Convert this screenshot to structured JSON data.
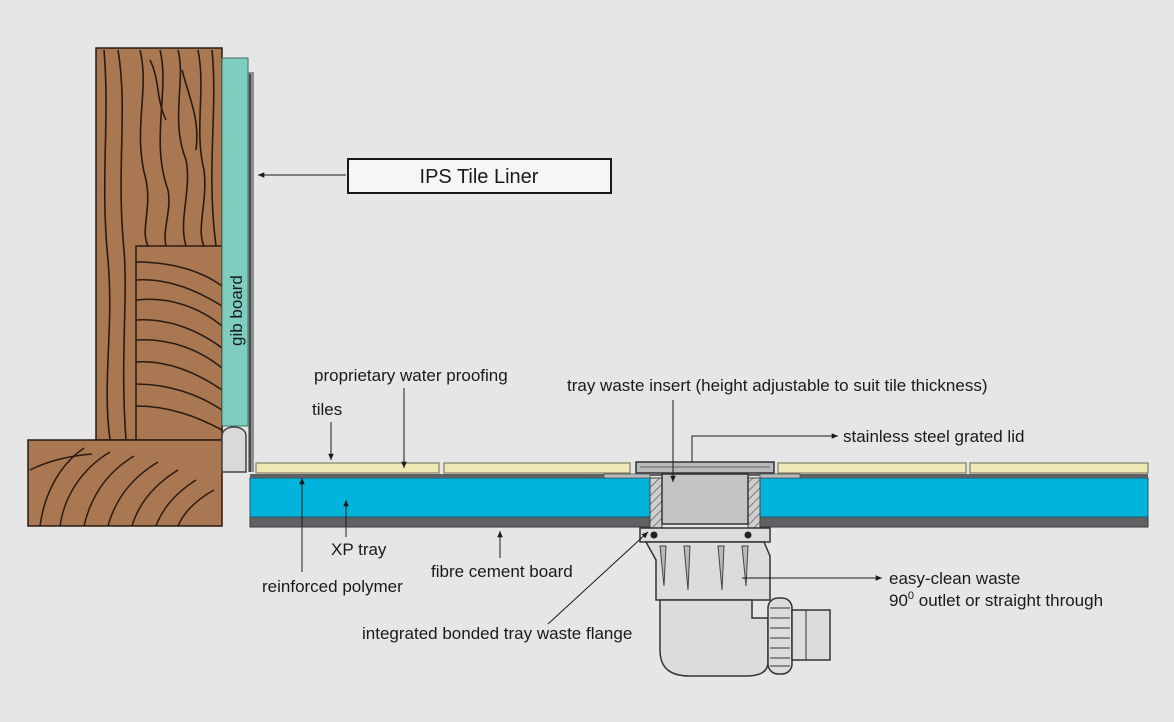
{
  "title_box": {
    "text": "IPS Tile Liner"
  },
  "labels": {
    "gib_board": "gib board",
    "proprietary_water_proofing": "proprietary water proofing",
    "tiles": "tiles",
    "tray_waste_insert": "tray waste insert (height adjustable to suit tile thickness)",
    "stainless_lid": "stainless steel grated lid",
    "xp_tray": "XP tray",
    "fibre_cement_board": "fibre cement board",
    "reinforced_polymer": "reinforced polymer",
    "easy_clean_waste_1": "easy-clean waste",
    "easy_clean_waste_2_pre": "90",
    "easy_clean_waste_2_sup": "0",
    "easy_clean_waste_2_post": " outlet or straight through",
    "integrated_flange": "integrated bonded tray waste flange"
  },
  "colors": {
    "background": "#e6e6e6",
    "timber": "#a97752",
    "timber_grain": "#2b1a10",
    "gib_board": "#7fcdbf",
    "tile": "#ede8b4",
    "xp_tray": "#00b4dc",
    "fibre_cement": "#5f6164",
    "steel": "#b7b9bb",
    "waste_body": "#dcdcdc"
  }
}
